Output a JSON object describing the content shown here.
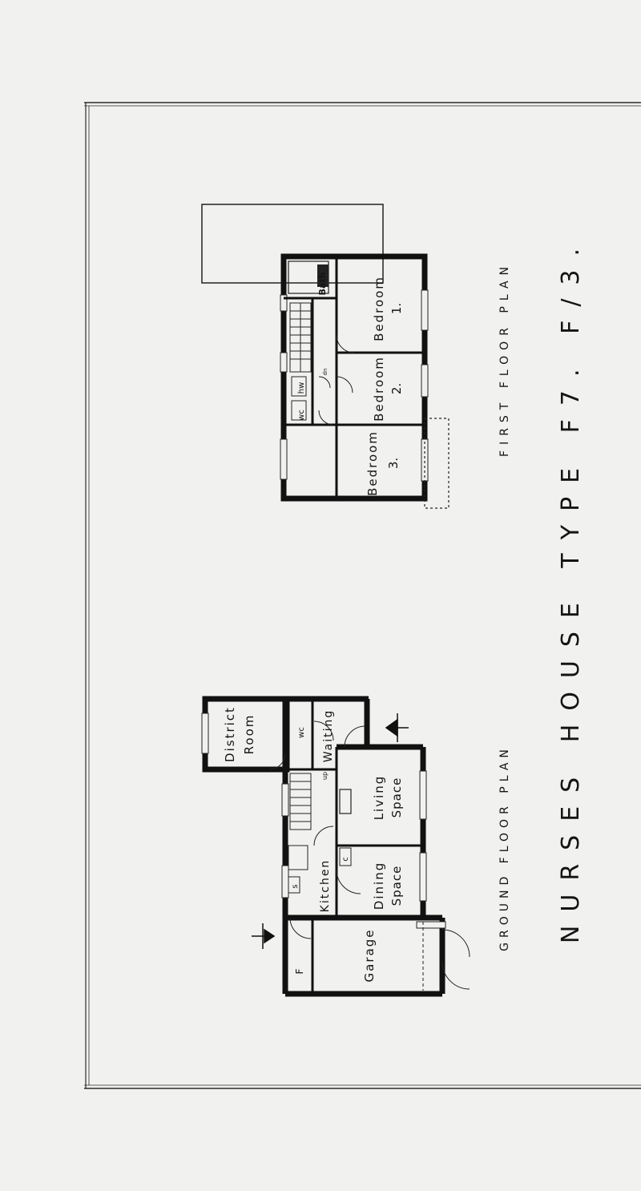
{
  "first_floor": {
    "title": "FIRST FLOOR PLAN",
    "rooms": {
      "bedroom1_word": "Bedroom",
      "bedroom1_num": "1.",
      "bedroom2_word": "Bedroom",
      "bedroom2_num": "2.",
      "bedroom3_word": "Bedroom",
      "bedroom3_num": "3.",
      "bath": "Bath",
      "wc": "wc",
      "hw": "hw",
      "dn": "dn"
    }
  },
  "ground_floor": {
    "title": "GROUND FLOOR PLAN",
    "rooms": {
      "district_word": "District",
      "district_room": "Room",
      "waiting": "Waiting",
      "wc": "wc",
      "living_word": "Living",
      "living_space": "Space",
      "dining_word": "Dining",
      "dining_space": "Space",
      "kitchen": "Kitchen",
      "garage": "Garage",
      "up": "up",
      "c": "c",
      "s": "s",
      "f": "F"
    }
  },
  "house_title": "NURSES HOUSE TYPE F7. F/3."
}
